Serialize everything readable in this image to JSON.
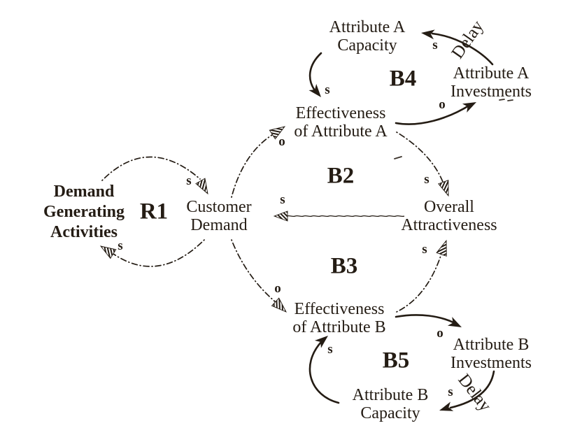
{
  "colors": {
    "ink": "#241c14",
    "background": "#ffffff"
  },
  "nodes": {
    "attribute_a_capacity": {
      "line1": "Attribute A",
      "line2": "Capacity"
    },
    "attribute_a_investments": {
      "line1": "Attribute A",
      "line2": "Investments"
    },
    "effectiveness_a": {
      "line1": "Effectiveness",
      "line2": "of Attribute A"
    },
    "customer_demand": {
      "line1": "Customer",
      "line2": "Demand"
    },
    "demand_generating_activities": {
      "line1": "Demand",
      "line2": "Generating",
      "line3": "Activities"
    },
    "overall_attractiveness": {
      "line1": "Overall",
      "line2": "Attractiveness"
    },
    "effectiveness_b": {
      "line1": "Effectiveness",
      "line2": "of Attribute B"
    },
    "attribute_b_investments": {
      "line1": "Attribute B",
      "line2": "Investments"
    },
    "attribute_b_capacity": {
      "line1": "Attribute B",
      "line2": "Capacity"
    }
  },
  "loops": {
    "r1": "R1",
    "b2": "B2",
    "b3": "B3",
    "b4": "B4",
    "b5": "B5"
  },
  "delay_labels": {
    "top": "Delay",
    "bottom": "Delay"
  },
  "polarity_labels": {
    "s_r1_top": "s",
    "s_r1_bottom": "s",
    "o_cd_effa": "o",
    "o_cd_effb": "o",
    "s_effa_oa": "s",
    "s_effb_oa": "s",
    "s_oa_cd": "s",
    "s_capa_effa": "s",
    "o_effa_inva": "o",
    "s_inva_capa": "s",
    "s_capb_effb": "s",
    "o_effb_invb": "o",
    "s_invb_capb": "s"
  }
}
